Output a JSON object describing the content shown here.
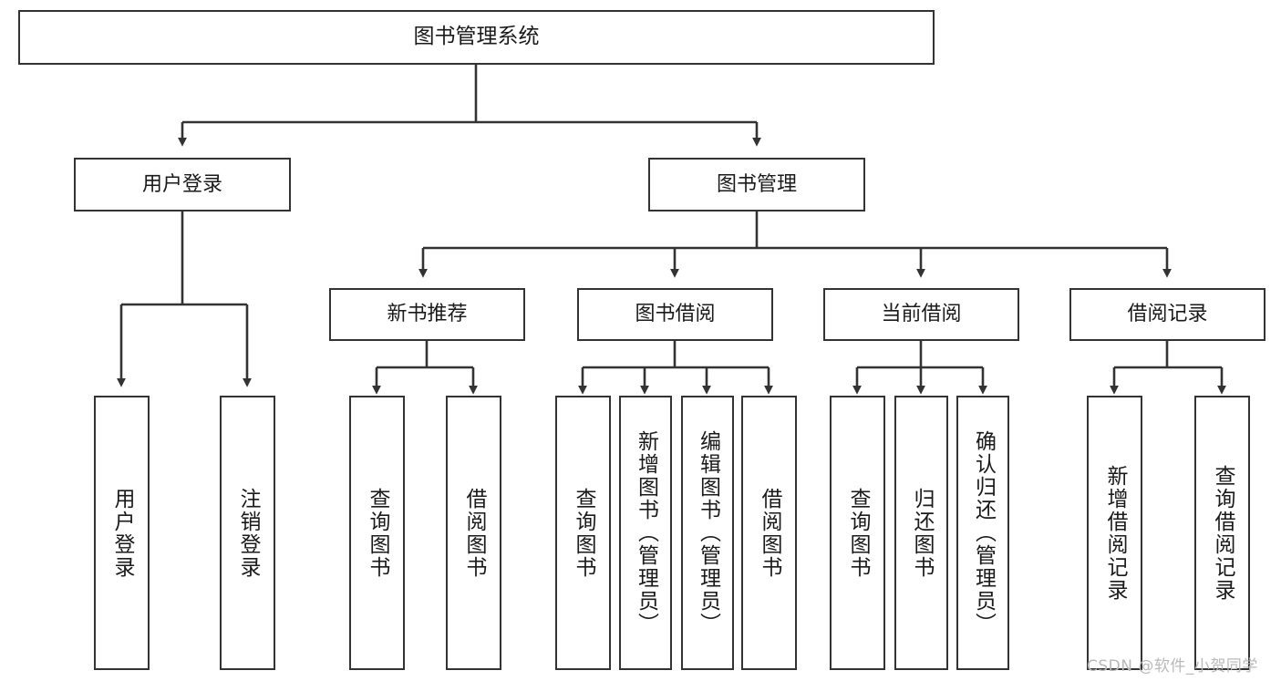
{
  "diagram": {
    "type": "tree",
    "title": "图书管理系统",
    "colors": {
      "box_border": "#333333",
      "box_fill": "#ffffff",
      "text": "#1a1a1a",
      "connector": "#333333",
      "watermark": "#b9b9b9",
      "background": "#ffffff"
    },
    "nodes": {
      "root": {
        "label": "图书管理系统"
      },
      "level2": [
        {
          "id": "user-login",
          "label": "用户登录"
        },
        {
          "id": "book-manage",
          "label": "图书管理"
        }
      ],
      "level3": [
        {
          "id": "new-book-recommend",
          "label": "新书推荐"
        },
        {
          "id": "book-borrow",
          "label": "图书借阅"
        },
        {
          "id": "current-borrow",
          "label": "当前借阅"
        },
        {
          "id": "borrow-record",
          "label": "借阅记录"
        }
      ],
      "leaves": {
        "user_login": [
          {
            "id": "leaf-user-login",
            "label": "用户登录"
          },
          {
            "id": "leaf-logout-login",
            "label": "注销登录"
          }
        ],
        "new_book_recommend": [
          {
            "id": "leaf-query-book-1",
            "label": "查询图书"
          },
          {
            "id": "leaf-borrow-book-1",
            "label": "借阅图书"
          }
        ],
        "book_borrow": [
          {
            "id": "leaf-query-book-2",
            "label": "查询图书"
          },
          {
            "id": "leaf-add-book",
            "label": "新增图书（管理员）"
          },
          {
            "id": "leaf-edit-book",
            "label": "编辑图书（管理员）"
          },
          {
            "id": "leaf-borrow-book-2",
            "label": "借阅图书"
          }
        ],
        "current_borrow": [
          {
            "id": "leaf-query-book-3",
            "label": "查询图书"
          },
          {
            "id": "leaf-return-book",
            "label": "归还图书"
          },
          {
            "id": "leaf-confirm-return",
            "label": "确认归还（管理员）"
          }
        ],
        "borrow_record": [
          {
            "id": "leaf-add-record",
            "label": "新增借阅记录"
          },
          {
            "id": "leaf-query-record",
            "label": "查询借阅记录"
          }
        ]
      }
    }
  },
  "watermark": {
    "text": "CSDN @软件_小贺同学"
  }
}
